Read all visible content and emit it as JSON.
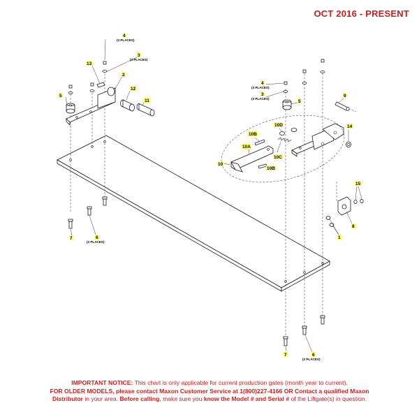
{
  "header": {
    "date_range": "OCT 2016 - PRESENT"
  },
  "callouts": {
    "c1": "1",
    "c2": "2",
    "c3_left": "3",
    "c3_right": "3",
    "c4_left": "4",
    "c4_right": "4",
    "c5_left": "5",
    "c5_right": "5",
    "c6_left": "6",
    "c6_right": "6",
    "c7_left": "7",
    "c7_right": "7",
    "c8": "8",
    "c9": "9",
    "c10": "10",
    "c10a": "10A",
    "c10b_top": "10B",
    "c10b_bottom": "10B",
    "c10c": "10C",
    "c10d": "10D",
    "c11": "11",
    "c12": "12",
    "c13": "13",
    "c14": "14",
    "c15": "15"
  },
  "notes": {
    "three_places": "(3 PLACES)",
    "two_places": "(2 PLACES)"
  },
  "notice": {
    "line1_bold": "IMPORTANT NOTICE:",
    "line1_rest": " This chart is only applicable for current production gates (month year to current).",
    "line2": "FOR OLDER MODELS, please contact Maxon Customer Service at 1(800)227-4166 OR Contact a qualified Maxon",
    "line3_a": "Distributor",
    "line3_b": " in your area. ",
    "line3_c": "Before calling",
    "line3_d": ", make sure you ",
    "line3_e": "know the Model # and Serial #",
    "line3_f": " of the Liftgate(s) in question."
  },
  "colors": {
    "accent_red": "#d11a1a",
    "callout_highlight": "#ffff66"
  }
}
